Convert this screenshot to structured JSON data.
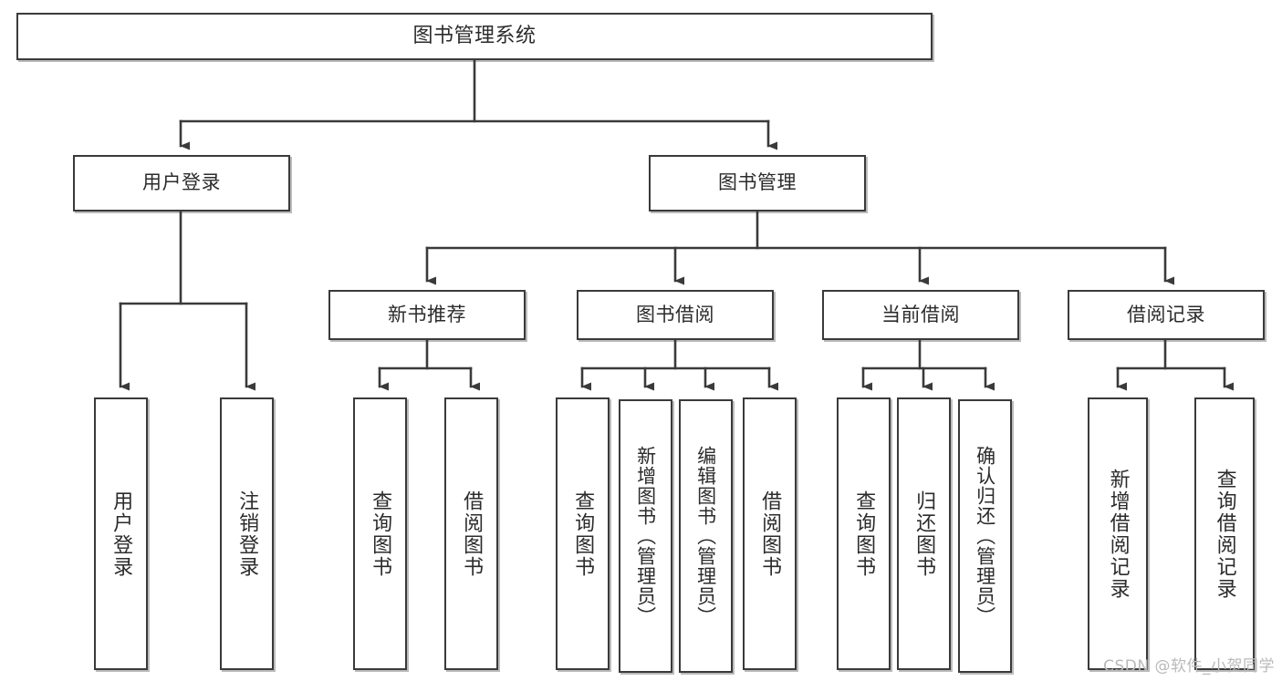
{
  "diagram": {
    "title": "图书管理系统",
    "type": "tree-hierarchy-chart",
    "watermark": "CSDN @软件_小贺同学",
    "colors": {
      "box_border": "#3a3a3a",
      "box_fill": "#ffffff",
      "edge": "#3a3a3a",
      "text": "#2b2b2b",
      "watermark": "#b9b9b9"
    },
    "levels": {
      "root": {
        "label": "图书管理系统"
      },
      "level2": [
        {
          "id": "user-login",
          "label": "用户登录"
        },
        {
          "id": "book-manage",
          "label": "图书管理"
        }
      ],
      "level3": [
        {
          "id": "new-book-rec",
          "label": "新书推荐"
        },
        {
          "id": "book-borrow",
          "label": "图书借阅"
        },
        {
          "id": "current-borrow",
          "label": "当前借阅"
        },
        {
          "id": "borrow-record",
          "label": "借阅记录"
        }
      ],
      "leaves": {
        "user_login": [
          {
            "id": "leaf-user-login",
            "label": "用户登录"
          },
          {
            "id": "leaf-logout-login",
            "label": "注销登录"
          }
        ],
        "new_book_rec": [
          {
            "id": "leaf-query-book-1",
            "label": "查询图书"
          },
          {
            "id": "leaf-borrow-book-1",
            "label": "借阅图书"
          }
        ],
        "book_borrow": [
          {
            "id": "leaf-query-book-2",
            "label": "查询图书"
          },
          {
            "id": "leaf-add-book",
            "label": "新增图书（管理员）"
          },
          {
            "id": "leaf-edit-book",
            "label": "编辑图书（管理员）"
          },
          {
            "id": "leaf-borrow-book-2",
            "label": "借阅图书"
          }
        ],
        "current_borrow": [
          {
            "id": "leaf-query-book-3",
            "label": "查询图书"
          },
          {
            "id": "leaf-return-book",
            "label": "归还图书"
          },
          {
            "id": "leaf-confirm-return",
            "label": "确认归还（管理员）"
          }
        ],
        "borrow_record": [
          {
            "id": "leaf-add-record",
            "label": "新增借阅记录"
          },
          {
            "id": "leaf-query-record",
            "label": "查询借阅记录"
          }
        ]
      }
    }
  }
}
